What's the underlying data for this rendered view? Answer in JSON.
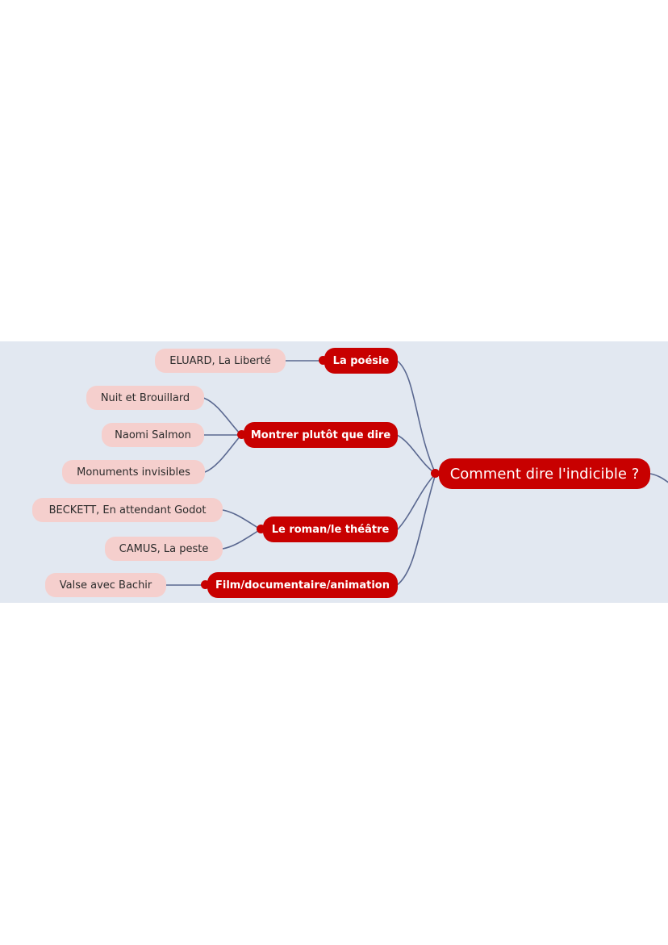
{
  "colors": {
    "panel_background": "#e2e8f1",
    "node_red": "#c80000",
    "leaf_pink": "#f5cfcd",
    "connector": "#5a6890"
  },
  "mindmap": {
    "root": {
      "label": "Comment dire l'indicible ?"
    },
    "branches": [
      {
        "label": "La poésie",
        "leaves": [
          {
            "label": "ELUARD, La Liberté"
          }
        ]
      },
      {
        "label": "Montrer plutôt que dire",
        "leaves": [
          {
            "label": "Nuit et Brouillard"
          },
          {
            "label": "Naomi Salmon"
          },
          {
            "label": "Monuments invisibles"
          }
        ]
      },
      {
        "label": "Le roman/le théâtre",
        "leaves": [
          {
            "label": "BECKETT, En attendant Godot"
          },
          {
            "label": "CAMUS, La peste"
          }
        ]
      },
      {
        "label": "Film/documentaire/animation",
        "leaves": [
          {
            "label": "Valse avec Bachir"
          }
        ]
      }
    ]
  }
}
